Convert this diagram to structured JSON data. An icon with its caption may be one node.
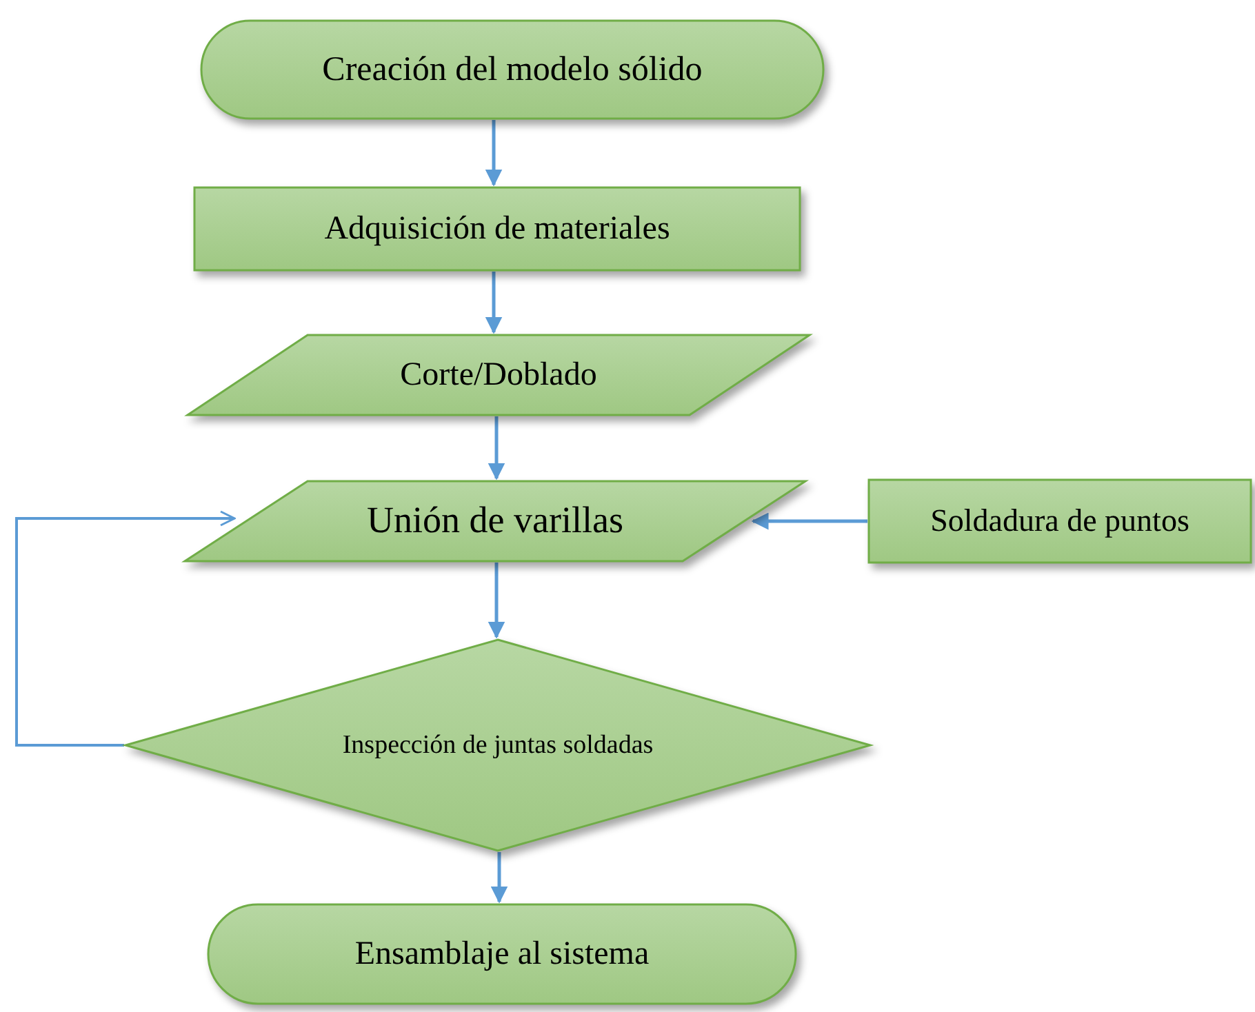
{
  "diagram": {
    "nodes": [
      {
        "text": [
          "Creación del modelo sólido"
        ]
      },
      {
        "text": [
          "Adquisición de materiales"
        ]
      },
      {
        "text": [
          "Corte/Doblado"
        ]
      },
      {
        "text": [
          "Unión de varillas"
        ]
      },
      {
        "text": [
          "Soldadura de puntos"
        ]
      },
      {
        "text": [
          "Inspección de juntas soldadas"
        ]
      },
      {
        "text": [
          "Ensamblaje al sistema"
        ]
      }
    ],
    "edges": [
      {
        "from": 0,
        "to": 1,
        "arrow": "to"
      },
      {
        "from": 1,
        "to": 2,
        "arrow": "to"
      },
      {
        "from": 2,
        "to": 3,
        "arrow": "to"
      },
      {
        "from": 4,
        "to": 3,
        "arrow": "to"
      },
      {
        "from": 3,
        "to": 5,
        "arrow": "to"
      },
      {
        "from": 5,
        "to": 3,
        "arrow": "to"
      },
      {
        "from": 5,
        "to": 6,
        "arrow": "to"
      }
    ]
  }
}
